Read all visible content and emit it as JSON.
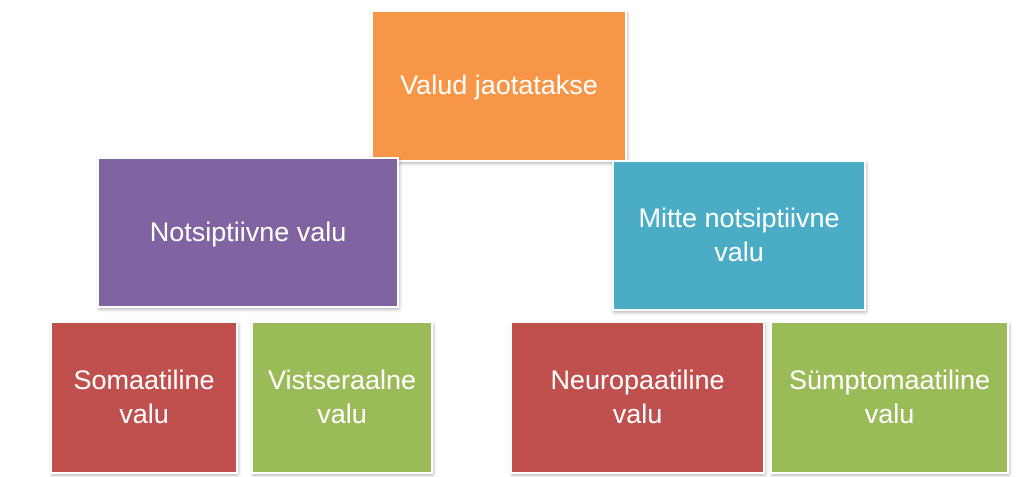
{
  "diagram": {
    "root": {
      "label": "Valud jaotatakse",
      "color": "#F79646"
    },
    "nociceptive": {
      "label": "Notsiptiivne valu",
      "color": "#8064A2"
    },
    "non_nociceptive": {
      "label": "Mitte notsiptiivne valu",
      "color": "#4BACC6"
    },
    "somatic": {
      "label": "Somaatiline valu",
      "color": "#C0504D"
    },
    "visceral": {
      "label": "Vistseraalne valu",
      "color": "#9BBB59"
    },
    "neuropathic": {
      "label": "Neuropaatiline valu",
      "color": "#C0504D"
    },
    "symptomatic": {
      "label": "Sümptomaatiline valu",
      "color": "#9BBB59"
    }
  }
}
